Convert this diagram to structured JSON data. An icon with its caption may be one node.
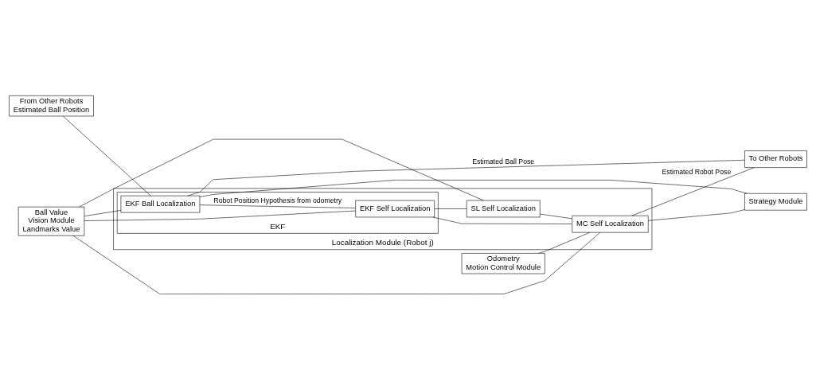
{
  "diagram": {
    "nodes": [
      {
        "text": [
          "From Other Robots",
          "Estimated Ball Position"
        ]
      },
      {
        "text": [
          "Ball Value",
          "Vision Module",
          "Landmarks Value"
        ]
      },
      {
        "text": [
          "Odometry",
          "Motion Control Module"
        ]
      },
      {
        "text": [
          "Localization Module (Robot j)"
        ]
      },
      {
        "text": [
          "EKF"
        ],
        "in": 3
      },
      {
        "text": [
          "EKF Ball Localization"
        ],
        "in": 4
      },
      {
        "text": [
          "EKF Self Localization"
        ],
        "in": 4
      },
      {
        "text": [
          "MC Self Localization"
        ],
        "in": 3
      },
      {
        "text": [
          "SL Self Localization"
        ],
        "in": 3
      },
      {
        "text": [
          "To Other Robots"
        ]
      },
      {
        "text": [
          "Strategy Module"
        ]
      }
    ],
    "edges": [
      {
        "from": 0,
        "to": 5,
        "arrow": "none"
      },
      {
        "from": 1,
        "to": 5,
        "arrow": "none"
      },
      {
        "from": 5,
        "to": 6,
        "arrow": "none",
        "label": "Robot Position Hypothesis from odometry"
      },
      {
        "from": 1,
        "to": 6,
        "arrow": "none"
      },
      {
        "from": 6,
        "to": 8,
        "arrow": "none"
      },
      {
        "from": 1,
        "to": 8,
        "arrow": "none"
      },
      {
        "from": 1,
        "to": 7,
        "arrow": "none"
      },
      {
        "from": 2,
        "to": 7,
        "arrow": "none"
      },
      {
        "from": 6,
        "to": 7,
        "arrow": "none"
      },
      {
        "from": 8,
        "to": 7,
        "arrow": "none"
      },
      {
        "from": 5,
        "to": 9,
        "arrow": "none",
        "label": "Estimated Ball Pose"
      },
      {
        "from": 5,
        "to": 10,
        "arrow": "none"
      },
      {
        "from": 7,
        "to": 9,
        "arrow": "none",
        "label": "Estimated Robot Pose"
      },
      {
        "from": 7,
        "to": 10,
        "arrow": "none"
      }
    ]
  }
}
